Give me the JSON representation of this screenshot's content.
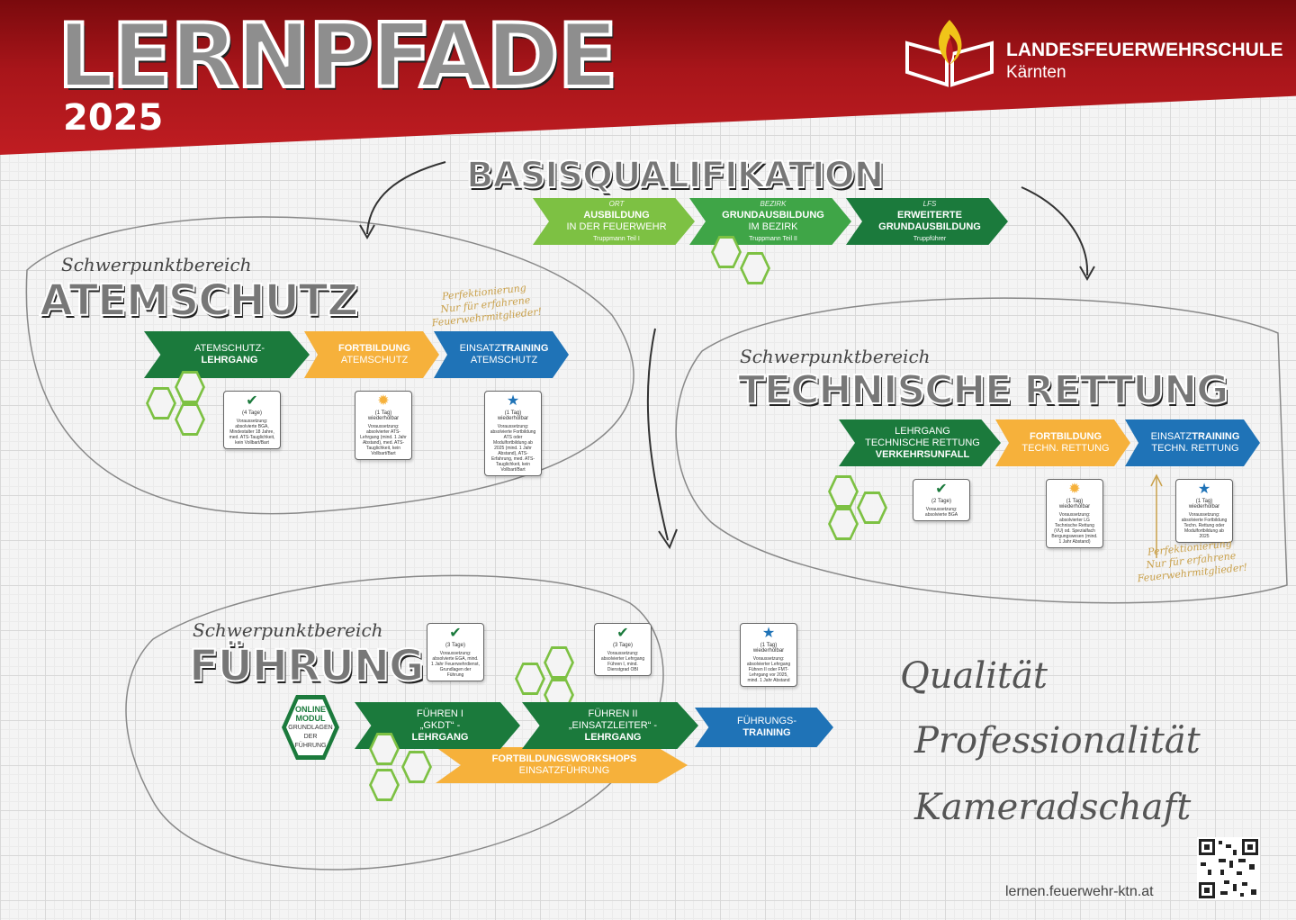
{
  "header": {
    "title": "LERNPFADE",
    "year": "2025"
  },
  "org": {
    "line1": "LANDESFEUERWEHRSCHULE",
    "line2": "Kärnten"
  },
  "basis": {
    "title": "BASISQUALIFIKATION",
    "steps": [
      {
        "level": "ORT",
        "l1": "AUSBILDUNG",
        "l2": "IN DER FEUERWEHR",
        "sub": "Truppmann Teil I"
      },
      {
        "level": "BEZIRK",
        "l1": "GRUNDAUSBILDUNG",
        "l2": "IM BEZIRK",
        "sub": "Truppmann Teil II"
      },
      {
        "level": "LFS",
        "l1": "ERWEITERTE",
        "l2": "GRUNDAUSBILDUNG",
        "sub": "Truppführer"
      }
    ]
  },
  "atemschutz": {
    "script": "Schwerpunktbereich",
    "title": "ATEMSCHUTZ",
    "perf": [
      "Perfektionierung",
      "Nur für erfahrene",
      "Feuerwehrmitglieder!"
    ],
    "arrows": [
      {
        "l1": "ATEMSCHUTZ-",
        "l2": "LEHRGANG"
      },
      {
        "l1": "FORTBILDUNG",
        "l2": "ATEMSCHUTZ"
      },
      {
        "l1a": "EINSATZ",
        "l1b": "TRAINING",
        "l2": "ATEMSCHUTZ"
      }
    ],
    "cards": [
      {
        "dur": "(4 Tage)",
        "text": "Voraussetzung: absolvierte BGA, Mindestalter 18 Jahre, med. ATS-Tauglichkeit, kein Vollbart/Bart"
      },
      {
        "dur": "(1 Tag) wiederholbar",
        "text": "Voraussetzung: absolvierter ATS-Lehrgang (mind. 1 Jahr Abstand), med. ATS-Tauglichkeit, kein Vollbart/Bart"
      },
      {
        "dur": "(1 Tag) wiederholbar",
        "text": "Voraussetzung: absolvierte Fortbildung ATS oder Modulfortbildung ab 2025 (mind. 1 Jahr Abstand), ATS-Erfahrung, med. ATS-Tauglichkeit, kein Vollbart/Bart"
      }
    ]
  },
  "technik": {
    "script": "Schwerpunktbereich",
    "title": "TECHNISCHE RETTUNG",
    "perf": [
      "Perfektionierung",
      "Nur für erfahrene",
      "Feuerwehrmitglieder!"
    ],
    "arrows": [
      {
        "l1": "LEHRGANG",
        "l2": "TECHNISCHE RETTUNG",
        "l3": "VERKEHRSUNFALL"
      },
      {
        "l1": "FORTBILDUNG",
        "l2": "TECHN. RETTUNG"
      },
      {
        "l1a": "EINSATZ",
        "l1b": "TRAINING",
        "l2": "TECHN. RETTUNG"
      }
    ],
    "cards": [
      {
        "dur": "(2 Tage)",
        "text": "Voraussetzung: absolvierte BGA"
      },
      {
        "dur": "(1 Tag) wiederholbar",
        "text": "Voraussetzung: absolvierter LG Technische Rettung (VU) od. Spezialfach Bergungswesen (mind. 1 Jahr Abstand)"
      },
      {
        "dur": "(1 Tag) wiederholbar",
        "text": "Voraussetzung: absolvierte Fortbildung Techn. Rettung oder Modulfortbildung ab 2025"
      }
    ]
  },
  "fuehrung": {
    "script": "Schwerpunktbereich",
    "title": "FÜHRUNG",
    "online": {
      "title1": "ONLINE",
      "title2": "MODUL",
      "sub1": "GRUNDLAGEN",
      "sub2": "DER",
      "sub3": "FÜHRUNG"
    },
    "arrows": [
      {
        "l1": "FÜHREN I",
        "l2": "„GKDT“ -",
        "l3": "LEHRGANG"
      },
      {
        "l1": "FÜHREN II",
        "l2": "„EINSATZLEITER“ -",
        "l3": "LEHRGANG"
      },
      {
        "l1": "FÜHRUNGS-",
        "l2": "TRAINING"
      },
      {
        "l1": "FORTBILDUNGSWORKSHOPS",
        "l2": "EINSATZFÜHRUNG"
      }
    ],
    "cards": [
      {
        "dur": "(3 Tage)",
        "text": "Voraussetzung: absolvierte EGA, mind. 1 Jahr Feuerwehrdienst, Grundlagen der Führung"
      },
      {
        "dur": "(3 Tage)",
        "text": "Voraussetzung: absolvierter Lehrgang Führen I, mind. Dienstgrad OBI"
      },
      {
        "dur": "(1 Tag) wiederholbar",
        "text": "Voraussetzung: absolvierter Lehrgang Führen II oder FMT-Lehrgang vor 2025, mind. 1 Jahr Abstand"
      }
    ]
  },
  "values": [
    "Qualität",
    "Professionalität",
    "Kameradschaft"
  ],
  "footer": {
    "url": "lernen.feuerwehr-ktn.at"
  }
}
